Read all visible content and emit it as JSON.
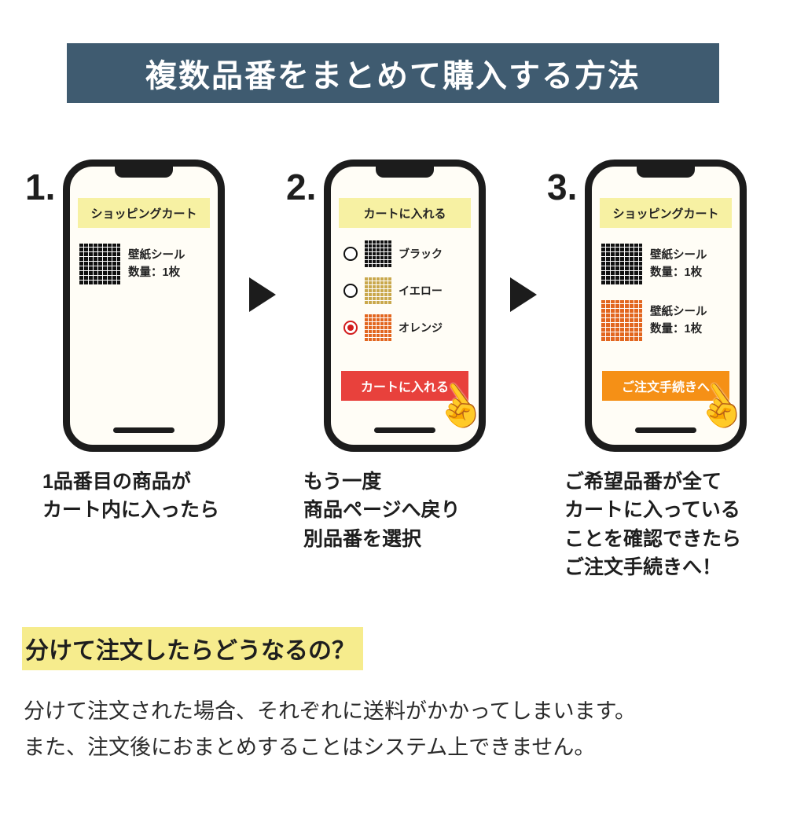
{
  "banner": {
    "title": "複数品番をまとめて購入する方法"
  },
  "colors": {
    "banner_bg": "#3f5b70",
    "phone_header_bg": "#f7f1a3",
    "red_button": "#e8413c",
    "orange_button": "#f59016",
    "highlight": "#f6ec8d"
  },
  "steps": [
    {
      "number": "1.",
      "screen_title": "ショッピングカート",
      "items": [
        {
          "swatch": "black",
          "name": "壁紙シール",
          "qty": "数量：1枚"
        }
      ],
      "caption": "1品番目の商品が\nカート内に入ったら"
    },
    {
      "number": "2.",
      "screen_title": "カートに入れる",
      "options": [
        {
          "swatch": "black",
          "label": "ブラック",
          "selected": false
        },
        {
          "swatch": "yellow",
          "label": "イエロー",
          "selected": false
        },
        {
          "swatch": "orange",
          "label": "オレンジ",
          "selected": true
        }
      ],
      "button": "カートに入れる",
      "caption": "もう一度\n商品ページへ戻り\n別品番を選択"
    },
    {
      "number": "3.",
      "screen_title": "ショッピングカート",
      "items": [
        {
          "swatch": "black",
          "name": "壁紙シール",
          "qty": "数量：1枚"
        },
        {
          "swatch": "orange",
          "name": "壁紙シール",
          "qty": "数量：1枚"
        }
      ],
      "button": "ご注文手続きへ",
      "caption": "ご希望品番が全て\nカートに入っている\nことを確認できたら\nご注文手続きへ！"
    }
  ],
  "icons": {
    "hand": "☝",
    "arrow": "right-arrow"
  },
  "footer": {
    "heading": "分けて注文したらどうなるの？",
    "body": "分けて注文された場合、それぞれに送料がかかってしまいます。\nまた、注文後におまとめすることはシステム上できません。"
  }
}
